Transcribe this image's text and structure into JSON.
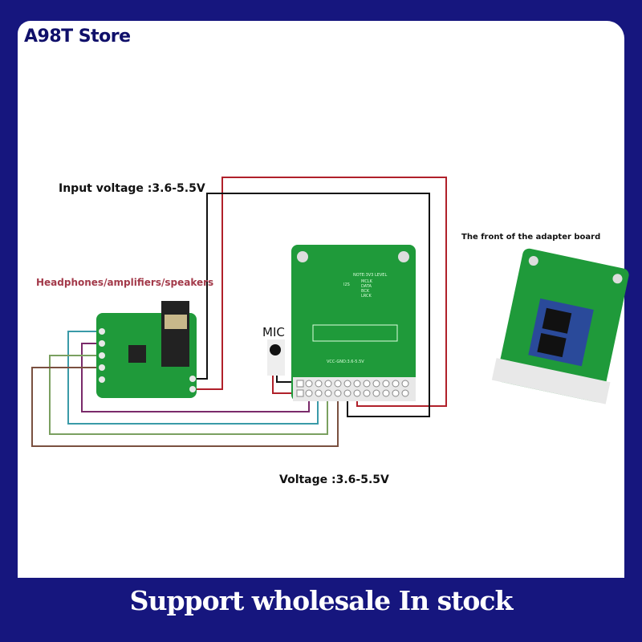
{
  "header": {
    "store_name": "A98T Store"
  },
  "labels": {
    "input_voltage": "Input voltage :3.6-5.5V",
    "output_target": "Headphones/amplifiers/speakers",
    "mic": "MIC",
    "voltage": "Voltage :3.6-5.5V",
    "front_caption": "The front of the adapter board"
  },
  "board_silkscreen": {
    "note": "NOTE:3V3 LEVEL",
    "i2s": "I2S",
    "i2s_pins": "MCLK DATA BCK LRCK",
    "power": "VCC-GND:3.6-5.5V"
  },
  "banner": {
    "text": "Support wholesale  In stock"
  },
  "colors": {
    "frame": "#16167e",
    "pcb": "#1f9a3a",
    "wire_red": "#b0202a",
    "wire_black": "#111111",
    "wire_purple": "#7a2a6a",
    "wire_teal": "#3a9aa8",
    "wire_green": "#7aa060",
    "wire_brown": "#7a5040",
    "label_red": "#a33a4a"
  }
}
